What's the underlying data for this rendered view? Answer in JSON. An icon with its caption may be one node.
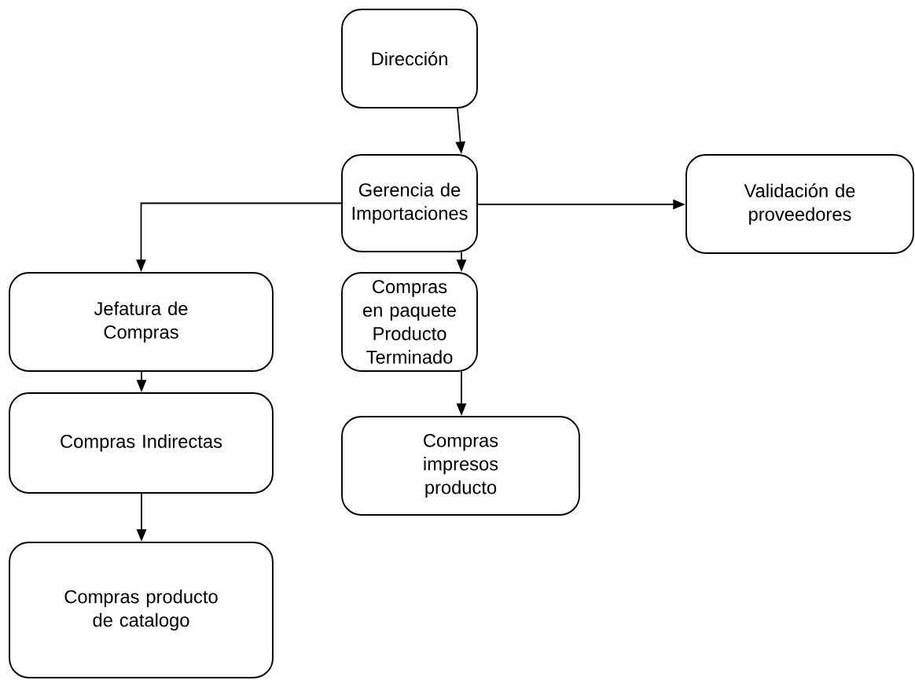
{
  "diagram": {
    "nodes": [
      {
        "text": [
          "Dirección"
        ]
      },
      {
        "text": [
          "Gerencia de Importaciones"
        ]
      },
      {
        "text": [
          "Validación de proveedores"
        ]
      },
      {
        "text": [
          "Jefatura de Compras"
        ]
      },
      {
        "text": [
          "Compras en paquete Producto Terminado"
        ]
      },
      {
        "text": [
          "Compras Indirectas"
        ]
      },
      {
        "text": [
          "Compras impresos producto"
        ]
      },
      {
        "text": [
          "Compras producto de catalogo"
        ]
      }
    ],
    "edges": [
      {
        "from": 0,
        "to": 1,
        "arrow": "to"
      },
      {
        "from": 1,
        "to": 2,
        "arrow": "to"
      },
      {
        "from": 1,
        "to": 3,
        "arrow": "to"
      },
      {
        "from": 1,
        "to": 4,
        "arrow": "to"
      },
      {
        "from": 3,
        "to": 5,
        "arrow": "to"
      },
      {
        "from": 4,
        "to": 6,
        "arrow": "to"
      },
      {
        "from": 5,
        "to": 7,
        "arrow": "to"
      }
    ]
  }
}
